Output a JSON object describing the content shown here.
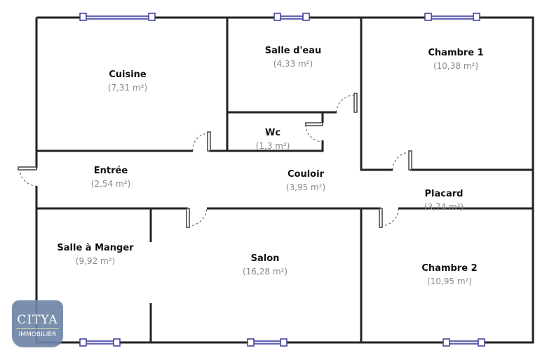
{
  "rooms": [
    {
      "name": "Cuisine",
      "area": "(7,31 m²)"
    },
    {
      "name": "Salle d'eau",
      "area": "(4,33 m²)"
    },
    {
      "name": "Chambre 1",
      "area": "(10,38 m²)"
    },
    {
      "name": "Wc",
      "area": "(1,3 m²)"
    },
    {
      "name": "Entrée",
      "area": "(2,54 m²)"
    },
    {
      "name": "Couloir",
      "area": "(3,95 m²)"
    },
    {
      "name": "Placard",
      "area": "(3,74 m²)"
    },
    {
      "name": "Salle à Manger",
      "area": "(9,92 m²)"
    },
    {
      "name": "Salon",
      "area": "(16,28 m²)"
    },
    {
      "name": "Chambre 2",
      "area": "(10,95 m²)"
    }
  ],
  "logo": {
    "brand": "CITYA",
    "sub": "IMMOBILIER"
  },
  "colors": {
    "wall": "#222222",
    "window": "#3a3a9a",
    "logo": "#6f85a8",
    "area_text": "#888888"
  }
}
